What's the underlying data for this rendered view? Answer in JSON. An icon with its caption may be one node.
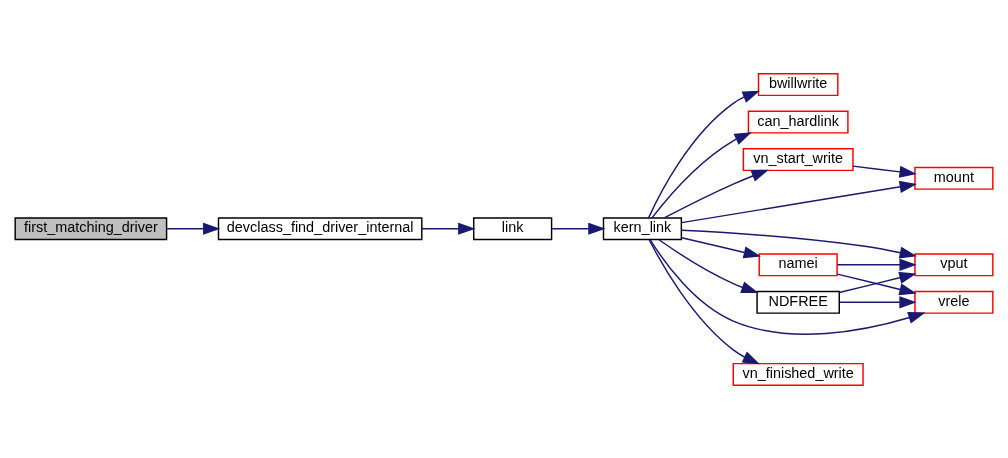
{
  "diagram": {
    "nodes": [
      {
        "text": [
          "first_matching_driver"
        ]
      },
      {
        "text": [
          "devclass_find_driver_internal"
        ]
      },
      {
        "text": [
          "link"
        ]
      },
      {
        "text": [
          "kern_link"
        ]
      },
      {
        "text": [
          "bwillwrite"
        ]
      },
      {
        "text": [
          "can_hardlink"
        ]
      },
      {
        "text": [
          "vn_start_write"
        ]
      },
      {
        "text": [
          "mount"
        ]
      },
      {
        "text": [
          "NDFREE"
        ]
      },
      {
        "text": [
          "vput"
        ]
      },
      {
        "text": [
          "namei"
        ]
      },
      {
        "text": [
          "vrele"
        ]
      },
      {
        "text": [
          "vn_finished_write"
        ]
      }
    ],
    "edges": [
      {
        "from": 0,
        "to": 1,
        "arrow": "to"
      },
      {
        "from": 1,
        "to": 2,
        "arrow": "to"
      },
      {
        "from": 2,
        "to": 3,
        "arrow": "to"
      },
      {
        "from": 3,
        "to": 4,
        "arrow": "to"
      },
      {
        "from": 3,
        "to": 5,
        "arrow": "to"
      },
      {
        "from": 3,
        "to": 6,
        "arrow": "to"
      },
      {
        "from": 6,
        "to": 7,
        "arrow": "to"
      },
      {
        "from": 3,
        "to": 7,
        "arrow": "to"
      },
      {
        "from": 3,
        "to": 9,
        "arrow": "to"
      },
      {
        "from": 3,
        "to": 8,
        "arrow": "to"
      },
      {
        "from": 8,
        "to": 9,
        "arrow": "to"
      },
      {
        "from": 8,
        "to": 11,
        "arrow": "to"
      },
      {
        "from": 3,
        "to": 10,
        "arrow": "to"
      },
      {
        "from": 10,
        "to": 9,
        "arrow": "to"
      },
      {
        "from": 10,
        "to": 11,
        "arrow": "to"
      },
      {
        "from": 3,
        "to": 11,
        "arrow": "to"
      },
      {
        "from": 3,
        "to": 12,
        "arrow": "to"
      }
    ]
  }
}
